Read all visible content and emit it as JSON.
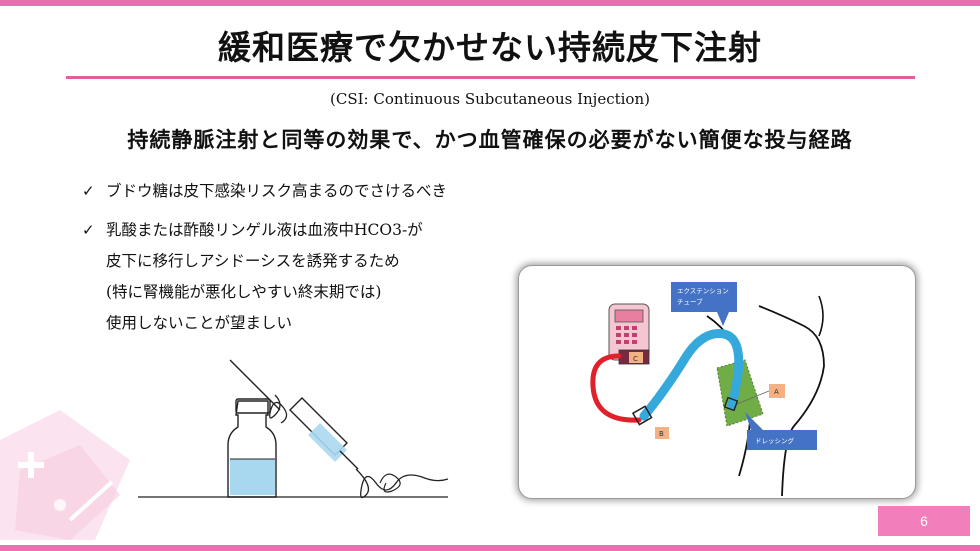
{
  "slide": {
    "title": "緩和医療で欠かせない持続皮下注射",
    "subtitle": "(CSI: Continuous Subcutaneous Injection)",
    "lead": "持続静脈注射と同等の効果で、かつ血管確保の必要がない簡便な投与経路",
    "bullets": [
      "ブドウ糖は皮下感染リスク高まるのでさけるべき",
      "乳酸または酢酸リンゲル液は血液中HCO3-が\n皮下に移行しアシドーシスを誘発するため\n(特に腎機能が悪化しやすい終末期では)\n使用しないことが望ましい"
    ],
    "page_number": "6"
  },
  "diagram": {
    "callout_extension_line1": "エクステンション",
    "callout_extension_line2": "チューブ",
    "callout_dressing": "ドレッシング",
    "label_a": "A",
    "label_b": "B",
    "label_c": "C"
  },
  "colors": {
    "accent_pink": "#ea6fae",
    "tube_blue": "#36a9dc",
    "tube_red": "#e0202a",
    "dressing_green": "#70ad47",
    "callout_blue": "#4472c4"
  }
}
